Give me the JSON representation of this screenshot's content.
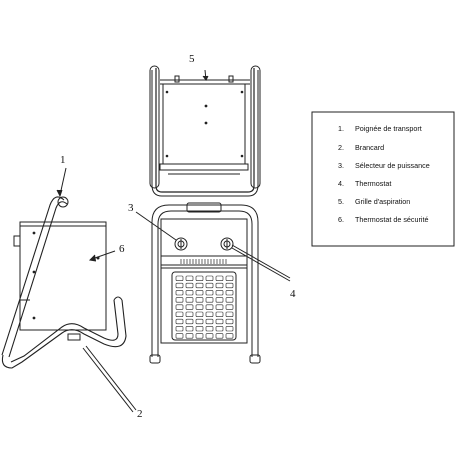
{
  "callouts": [
    "1",
    "2",
    "3",
    "4",
    "5",
    "6"
  ],
  "legend": {
    "items": [
      {
        "num": "1.",
        "text": "Poignée de transport"
      },
      {
        "num": "2.",
        "text": "Brancard"
      },
      {
        "num": "3.",
        "text": "Sélecteur de puissance"
      },
      {
        "num": "4.",
        "text": "Thermostat"
      },
      {
        "num": "5.",
        "text": "Grille d'aspiration"
      },
      {
        "num": "6.",
        "text": "Thermostat de sécurité"
      }
    ]
  }
}
